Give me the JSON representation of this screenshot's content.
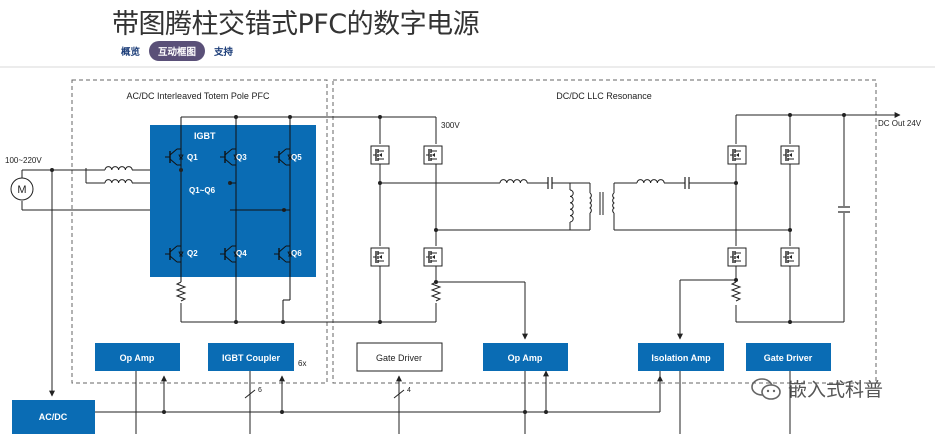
{
  "header": {
    "title": "带图腾柱交错式PFC的数字电源",
    "tabs": [
      {
        "label": "概览",
        "active": false
      },
      {
        "label": "互动框图",
        "active": true
      },
      {
        "label": "支持",
        "active": false
      }
    ]
  },
  "diagram": {
    "pfc_section_label": "AC/DC Interleaved Totem Pole PFC",
    "llc_section_label": "DC/DC LLC Resonance",
    "input_label": "100~220V",
    "motor_symbol": "M",
    "igbt_module": {
      "title": "IGBT",
      "group_label": "Q1~Q6",
      "switches": [
        "Q1",
        "Q3",
        "Q5",
        "Q2",
        "Q4",
        "Q6"
      ]
    },
    "bus_voltage_label": "300V",
    "output_label": "DC Out 24V",
    "blocks": {
      "op_amp_left": "Op Amp",
      "igbt_coupler": "IGBT Coupler",
      "coupler_count": "6x",
      "gate_driver_left": "Gate Driver",
      "op_amp_right": "Op Amp",
      "isolation_amp": "Isolation Amp",
      "gate_driver_right": "Gate Driver",
      "ac_dc": "AC/DC"
    },
    "bus_widths": {
      "six": "6",
      "four": "4"
    },
    "colors": {
      "block_blue": "#0a6cb4",
      "wire": "#222222",
      "dashed": "#666666"
    }
  },
  "watermark": {
    "text": "嵌入式科普"
  }
}
